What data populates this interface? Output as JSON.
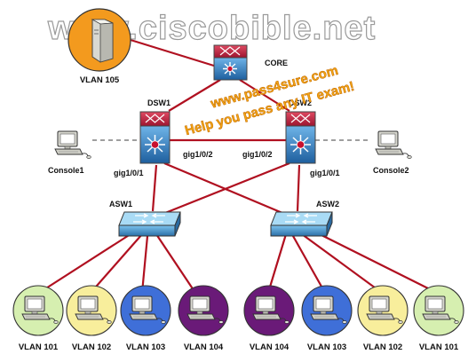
{
  "watermark": "www.ciscobible.net",
  "promo": {
    "line1": "www.pass4sure.com",
    "line2": "Help you pass any IT exam!"
  },
  "devices": {
    "core": "CORE",
    "dsw1": "DSW1",
    "dsw2": "DSW2",
    "asw1": "ASW1",
    "asw2": "ASW2",
    "console1": "Console1",
    "console2": "Console2"
  },
  "ports": {
    "dsw1_down": "gig1/0/1",
    "dsw1_cross": "gig1/0/2",
    "dsw2_cross": "gig1/0/2",
    "dsw2_down": "gig1/0/1"
  },
  "server_vlan": {
    "label": "VLAN 105",
    "color": "#f39a1e"
  },
  "hosts_left": [
    {
      "label": "VLAN 101",
      "color": "#d6efb0"
    },
    {
      "label": "VLAN 102",
      "color": "#f8ee9c"
    },
    {
      "label": "VLAN 103",
      "color": "#3f6fd8"
    },
    {
      "label": "VLAN 104",
      "color": "#6a1a78"
    }
  ],
  "hosts_right": [
    {
      "label": "VLAN 104",
      "color": "#6a1a78"
    },
    {
      "label": "VLAN 103",
      "color": "#3f6fd8"
    },
    {
      "label": "VLAN 102",
      "color": "#f8ee9c"
    },
    {
      "label": "VLAN 101",
      "color": "#d6efb0"
    }
  ],
  "link_color": "#b01020"
}
